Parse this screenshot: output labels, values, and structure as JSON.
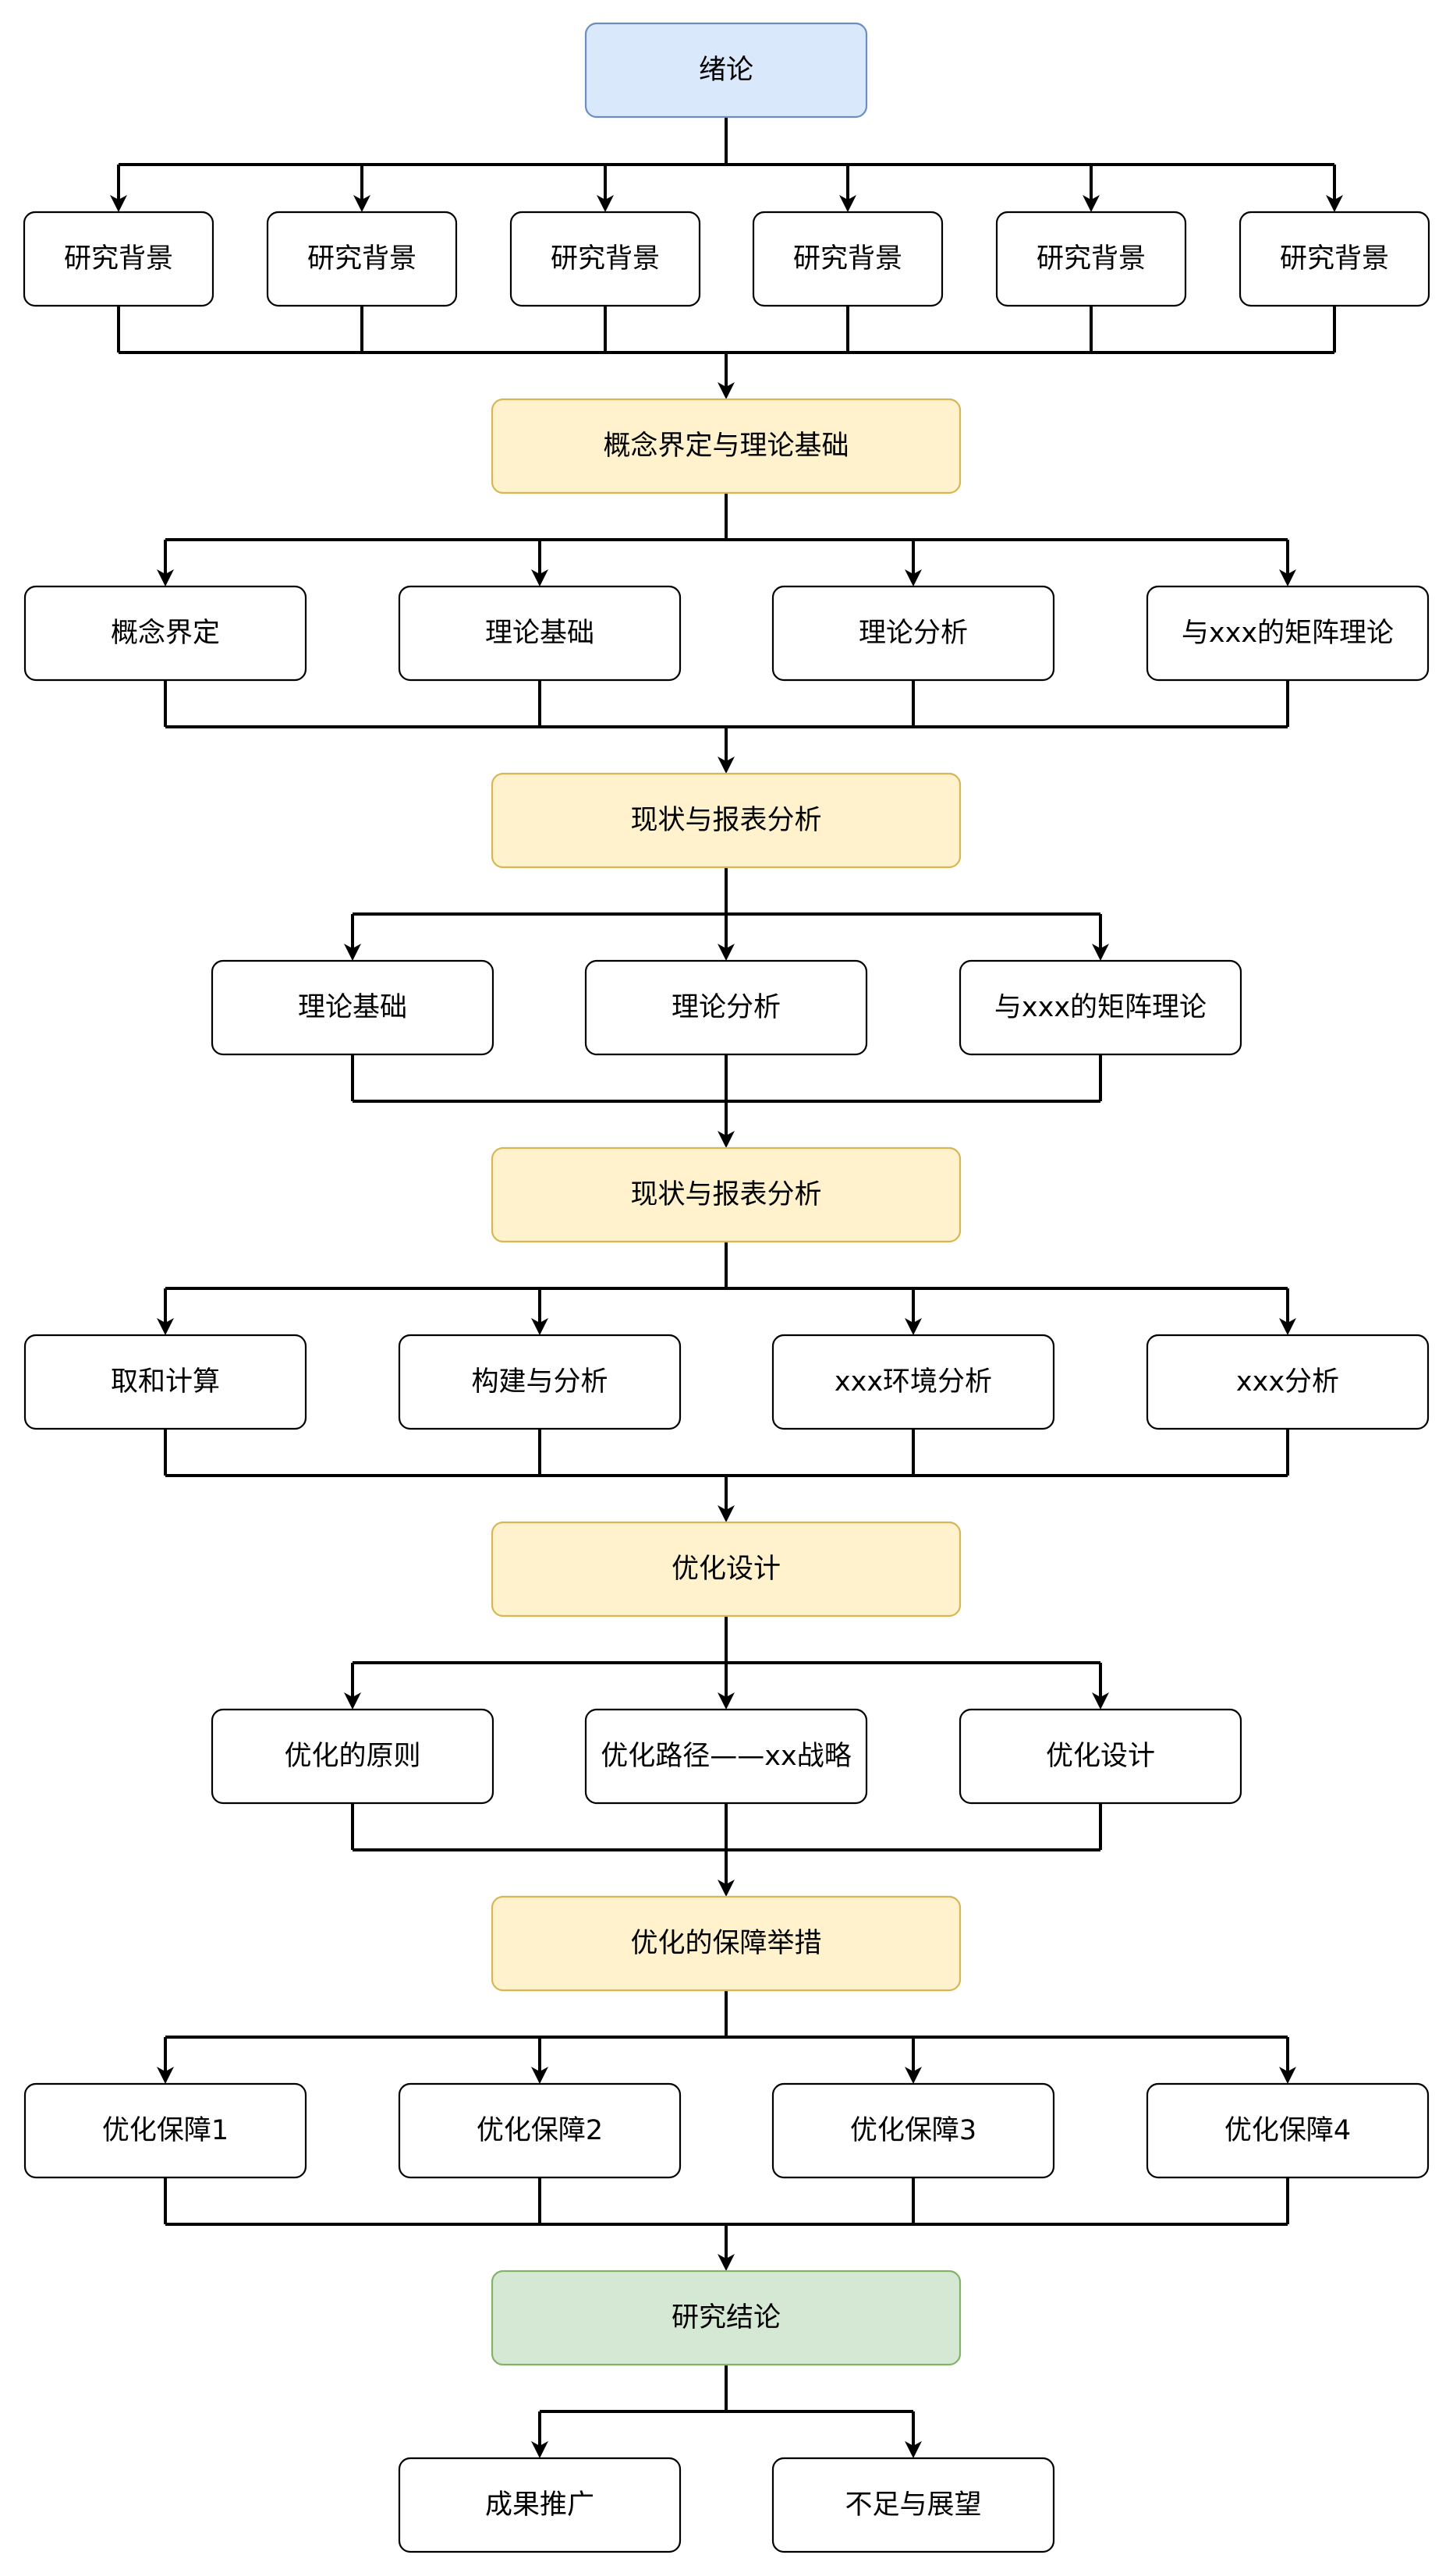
{
  "colors": {
    "blue_fill": "#dae8fc",
    "blue_stroke": "#6c8ebf",
    "yellow_fill": "#fff2cc",
    "yellow_stroke": "#d6b656",
    "green_fill": "#d5e8d4",
    "green_stroke": "#82b366",
    "plain_fill": "#ffffff",
    "plain_stroke": "#000000"
  },
  "intro": {
    "label": "绪论"
  },
  "background": {
    "items": [
      "研究背景",
      "研究背景",
      "研究背景",
      "研究背景",
      "研究背景",
      "研究背景"
    ]
  },
  "section_concepts": {
    "label": "概念界定与理论基础",
    "items": [
      "概念界定",
      "理论基础",
      "理论分析",
      "与xxx的矩阵理论"
    ]
  },
  "section_status_1": {
    "label": "现状与报表分析",
    "items": [
      "理论基础",
      "理论分析",
      "与xxx的矩阵理论"
    ]
  },
  "section_status_2": {
    "label": "现状与报表分析",
    "items": [
      "取和计算",
      "构建与分析",
      "xxx环境分析",
      "xxx分析"
    ]
  },
  "section_design": {
    "label": "优化设计",
    "items": [
      "优化的原则",
      "优化路径——xx战略",
      "优化设计"
    ]
  },
  "section_guarantee": {
    "label": "优化的保障举措",
    "items": [
      "优化保障1",
      "优化保障2",
      "优化保障3",
      "优化保障4"
    ]
  },
  "conclusion": {
    "label": "研究结论",
    "items": [
      "成果推广",
      "不足与展望"
    ]
  }
}
